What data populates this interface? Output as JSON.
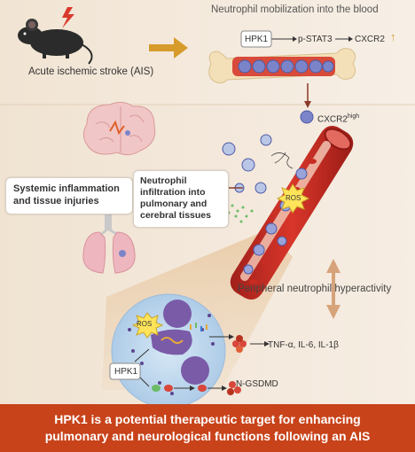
{
  "top_title": "Neutrophil mobilization into the blood",
  "ais_label": "Acute ischemic stroke (AIS)",
  "pathway": {
    "hpk1": "HPK1",
    "pstat3": "p-STAT3",
    "cxcr2": "CXCR2"
  },
  "cxcr2_high": {
    "base": "CXCR2",
    "sup": "high"
  },
  "systemic_box": "Systemic inflammation and tissue injuries",
  "infiltration_box": "Neutrophil infiltration into pulmonary and cerebral tissues",
  "peripheral": "Peripheral neutrophil hyperactivity",
  "cell": {
    "hpk1": "HPK1",
    "cytokines": "TNF-α, IL-6, IL-1β",
    "ngsdmd": "N-GSDMD",
    "ros": "ROS"
  },
  "vessel_ros": "ROS",
  "banner": {
    "line1": "HPK1 is a potential therapeutic target for enhancing",
    "line2": "pulmonary and neurological functions following an AIS"
  },
  "colors": {
    "banner": "#c8431a",
    "arrow": "#d79b2c",
    "vessel": "#b8231c",
    "cell": "#c5dcef"
  }
}
